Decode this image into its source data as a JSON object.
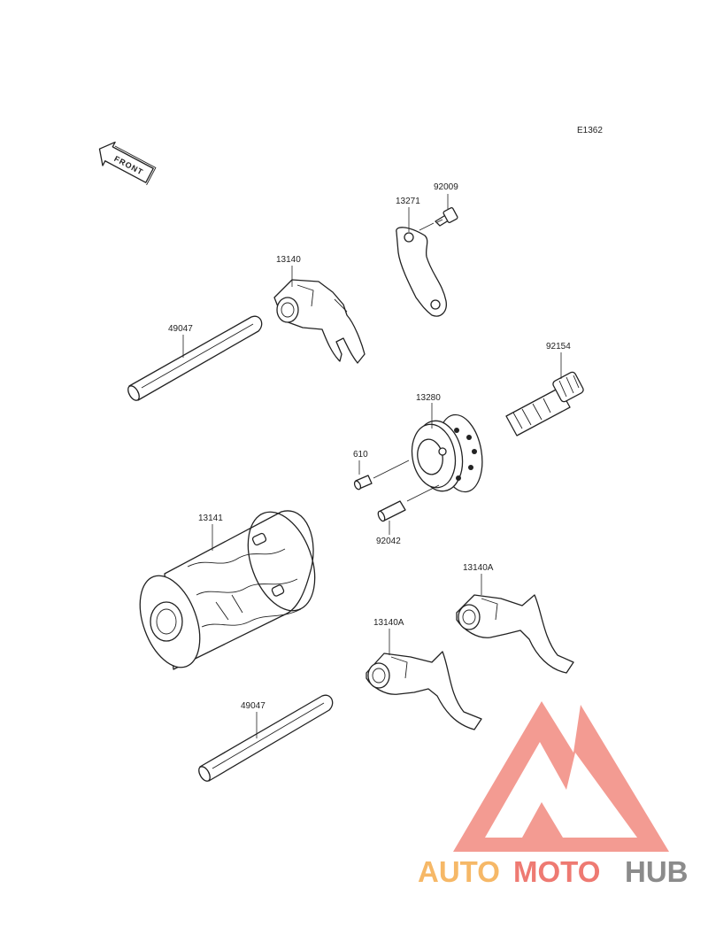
{
  "diagram_code": "E1362",
  "front_arrow_label": "FRONT",
  "parts": {
    "bolt_top": "92009",
    "plate": "13271",
    "fork_upper": "13140",
    "rod_upper": "49047",
    "bolt_right": "92154",
    "cam": "13280",
    "pin_small": "610",
    "pin_lower": "92042",
    "drum": "13141",
    "fork_right": "13140A",
    "fork_middle": "13140A",
    "rod_lower": "49047"
  },
  "watermark": {
    "text_part1": "AUTO",
    "text_part2": "MOTO",
    "text_part3": "HUB",
    "color_auto": "#f6b867",
    "color_moto": "#ee7a72",
    "color_hub": "#8b8b8b",
    "logo_color": "#f28a80"
  }
}
